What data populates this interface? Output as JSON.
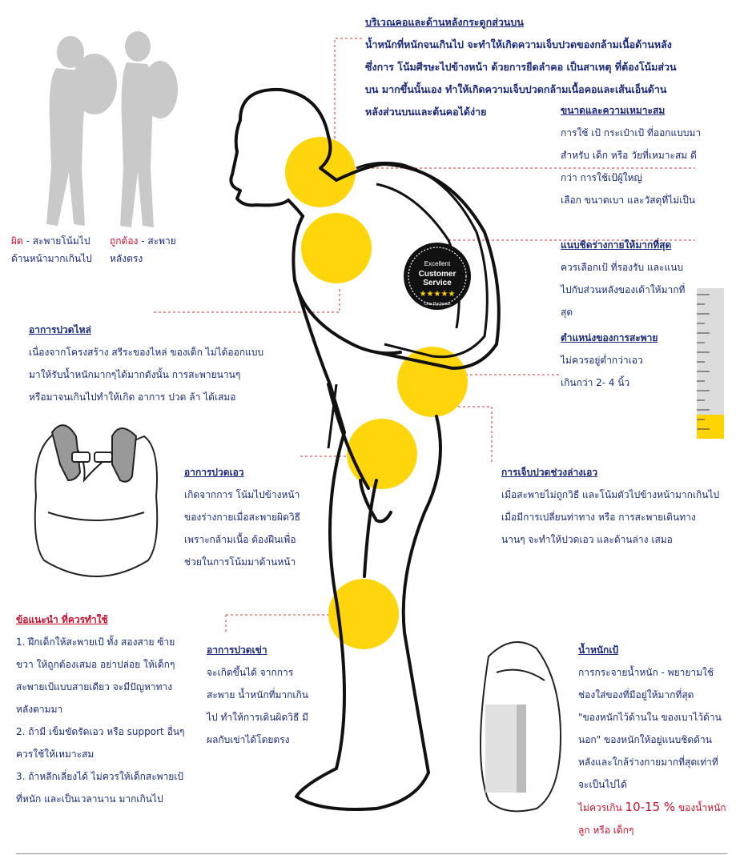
{
  "colors": {
    "highlight": "#FFD400",
    "heading_blue": "#1b2a7a",
    "heading_red": "#c8102e",
    "guide_line": "#d33333",
    "silhouette": "#c9c9c9"
  },
  "captions": {
    "wrong": {
      "label": "ผิด",
      "text1": " - สะพายโน้มไป",
      "text2": "ด้านหน้ามากเกินไป"
    },
    "right": {
      "label": "ถูกต้อง",
      "text1": " - สะพาย",
      "text2": "หลังตรง"
    }
  },
  "badge": {
    "line1": "Excellent",
    "line2": "Customer",
    "line3": "Service",
    "stars": "★★★★★",
    "brand": "Chia Backpack"
  },
  "neck": {
    "title": "บริเวณคอและด้านหลังกระดูกส่วนบน",
    "lines": [
      "น้ำหนักที่หนักจนเกินไป จะทำให้เกิดความเจ็บปวดของกล้ามเนื้อด้านหลัง",
      "ซึ่งการ โน้มศีรษะไปข้างหน้า ด้วยการยืดลำคอ เป็นสาเหตุ ที่ต้องโน้มส่วน",
      "บน มากขึ้นนั้นเอง ทำให้เกิดความเจ็บปวดกล้ามเนื้อคอและเส้นเอ็นด้าน",
      "หลังส่วนบนและต้นคอได้ง่าย"
    ]
  },
  "size": {
    "title": "ขนาดและความเหมาะสม",
    "lines": [
      "การใช้ เป้ กระเป๋าเป้ ที่ออกแบบมา",
      "สำหรับ เด็ก หรือ วัยที่เหมาะสม ดี",
      "กว่า การใช้เป้ผู้ใหญ่",
      "เลือก ขนาดเบา และวัสดุที่ไม่เป็น"
    ]
  },
  "fit": {
    "title": "แนบชิดร่างกายให้มากที่สุด",
    "lines": [
      "ควรเลือกเป้ ที่รองรับ และแนบ",
      "ไปกับส่วนหลังของเด้าให้มากที่",
      "สุด"
    ]
  },
  "position": {
    "title": "ตำแหน่งของการสะพาย",
    "lines": [
      "ไม่ควรอยู่ต่ำกว่าเอว",
      "เกินกว่า 2- 4 นิ้ว"
    ]
  },
  "shoulder": {
    "title": "อาการปวดไหล่",
    "lines": [
      "เนื่องจากโครงสร้าง สรีระของไหล่ ของเด็ก ไม่ได้ออกแบบ",
      "มาให้รับน้ำหนักมากๆได้มากดังนั้น การสะพายนานๆ",
      "หรือมาจนเกินไปทำให้เกิด อาการ ปวด ล้า ได้เสมอ"
    ]
  },
  "waist": {
    "title": "อาการปวดเอว",
    "lines": [
      "เกิดจากการ โน้มไปข้างหน้า",
      "ของร่างกายเมื่อสะพายผิดวิธี",
      "เพราะกล้ามเนื้อ ต้องฝืนเพื่อ",
      "ช่วยในการโน้มมาด้านหน้า"
    ]
  },
  "lowerback": {
    "title": "การเจ็บปวดช่วงล่างเอว",
    "lines": [
      "เมื่อสะพายไม่ถูกวิธี และโน้มตัวไปข้างหน้ามากเกินไป",
      "เมื่อมีการเปลี่ยนท่าทาง หรือ การสะพายเดินทาง",
      "นานๆ จะทำให้ปวดเอว และด้านล่าง เสมอ"
    ]
  },
  "advice": {
    "title": "ข้อแนะนำ ที่ควรทำใช้",
    "lines": [
      "1. ฝึกเด็กให้สะพายเป้ ทั้ง สองสาย ซ้าย",
      "ขวา ให้ถูกต้องเสมอ อย่าปล่อย ให้เด็กๆ",
      "สะพายเป้แบบสายเดียว จะมีปัญหาทาง",
      "หลังตามมา",
      "2. ถ้ามี เข็มขัดรัดเอว หรือ support อื่นๆ",
      "ควรใช้ให้เหมาะสม",
      "3. ถ้าหลีกเลี่ยงได้ ไม่ควรให้เด็กสะพายเป้",
      "ที่หนัก และเป็นเวลานาน มากเกินไป"
    ]
  },
  "knee": {
    "title": "อาการปวดเข่า",
    "lines": [
      "จะเกิดขึ้นได้ จากการ",
      "สะพาย น้ำหนักที่มากเกิน",
      "ไป ทำให้การเดินผิดวิธี มี",
      "ผลกับเข่าได้โดยตรง"
    ]
  },
  "weight": {
    "title": "น้ำหนักเป้",
    "lines": [
      "การกระจายน้ำหนัก - พยายามใช้",
      "ช่องใส่ของที่มีอยู่ให้มากที่สุด",
      "\"ของหนักไว้ด้านใน ของเบาไว้ด้าน",
      "นอก\" ของหนักให้อยู่แนบชิดด้าน",
      "หลังและใกล้ร่างกายมากที่สุดเท่าที่",
      "จะเป็นไปได้"
    ],
    "limit_pre": "ไม่ควรเกิน ",
    "limit_value": "10-15 %",
    "limit_post": " ของน้ำหนัก",
    "limit_line2": "ลูก หรือ เด็กๆ"
  }
}
